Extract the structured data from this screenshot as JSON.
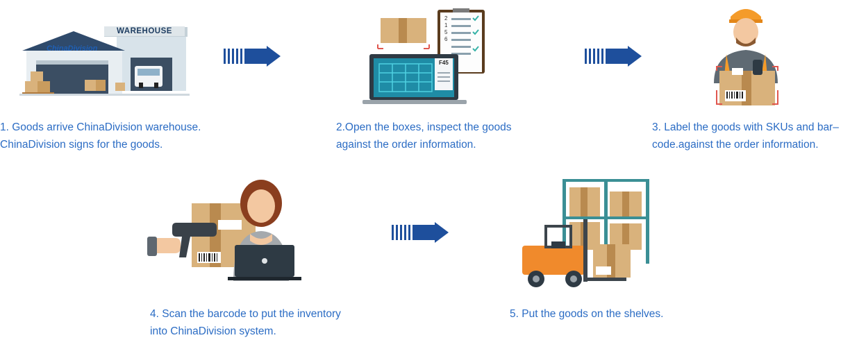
{
  "steps": [
    {
      "lines": [
        "1. Goods arrive ChinaDivision warehouse.",
        "ChinaDivision signs for the goods."
      ]
    },
    {
      "lines": [
        "2.Open the boxes, inspect the goods",
        "against the order information."
      ]
    },
    {
      "lines": [
        "3. Label the goods with SKUs and bar–",
        "code.against the order information."
      ]
    },
    {
      "lines": [
        "4. Scan the barcode to put the inventory",
        "into ChinaDivision system."
      ]
    },
    {
      "lines": [
        "5. Put the goods on the shelves."
      ]
    }
  ],
  "warehouse": {
    "sign_text": "WAREHOUSE",
    "brand_text": "ChinaDivision"
  },
  "inspection": {
    "laptop_panel_code": "F45",
    "checklist_numbers": [
      "2",
      "1",
      "5",
      "6"
    ]
  },
  "colors": {
    "caption": "#2b6cc4",
    "arrow": "#1e4f9c",
    "box": "#d9b27c",
    "forklift": "#f08a2c"
  }
}
